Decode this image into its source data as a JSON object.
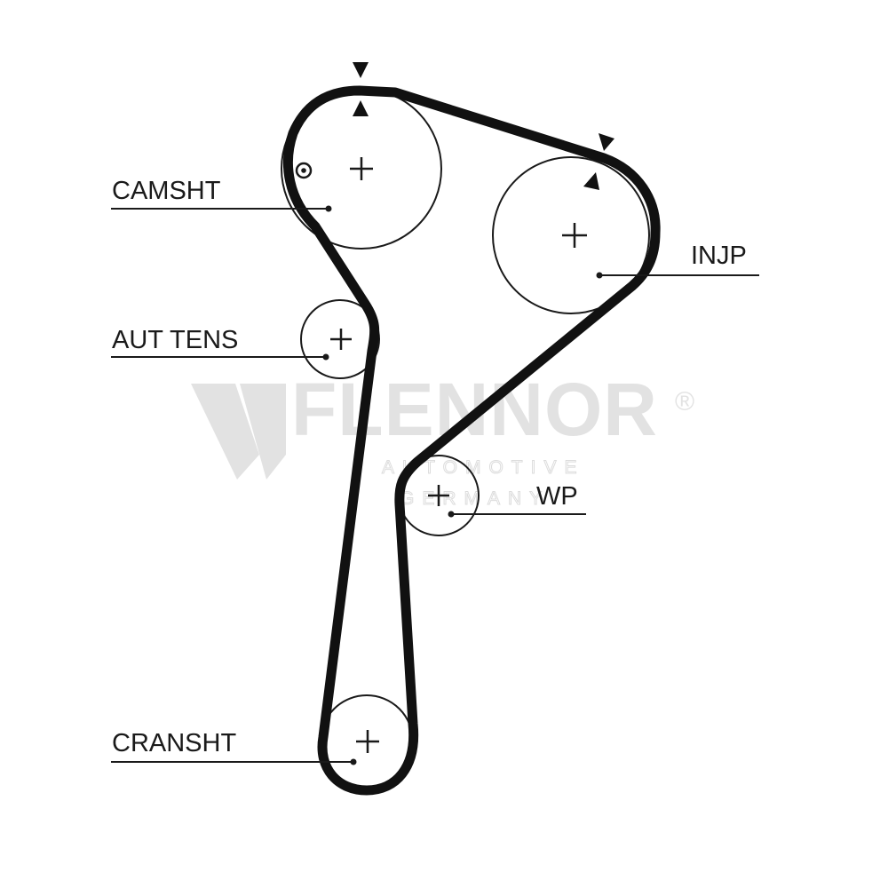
{
  "labels": {
    "camshaft": "CAMSHT",
    "injection_pump": "INJP",
    "auto_tensioner": "AUT TENS",
    "water_pump": "WP",
    "crankshaft": "CRANSHT"
  },
  "watermark": {
    "brand": "FLENNOR",
    "registered": "®",
    "line1": "AUTOMOTIVE",
    "line2": "GERMANY"
  },
  "colors": {
    "belt": "#111111",
    "line": "#1a1a1a",
    "watermark": "#e2e2e2"
  }
}
